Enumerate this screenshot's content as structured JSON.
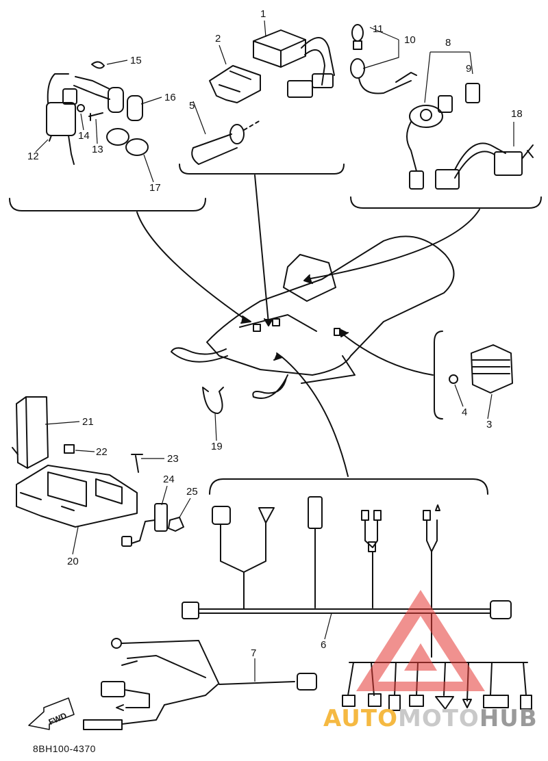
{
  "diagram": {
    "code": "8BH100-4370",
    "fwd_label": "FWD",
    "callouts": [
      "1",
      "2",
      "3",
      "4",
      "5",
      "6",
      "7",
      "8",
      "9",
      "10",
      "11",
      "12",
      "13",
      "14",
      "15",
      "16",
      "17",
      "18",
      "19",
      "20",
      "21",
      "22",
      "23",
      "24",
      "25"
    ]
  },
  "watermark": {
    "part1": "AUTO",
    "part2": "MOTO",
    "part3": "HUB",
    "color_primary": "#e53935",
    "color_accent": "#f5b942"
  }
}
